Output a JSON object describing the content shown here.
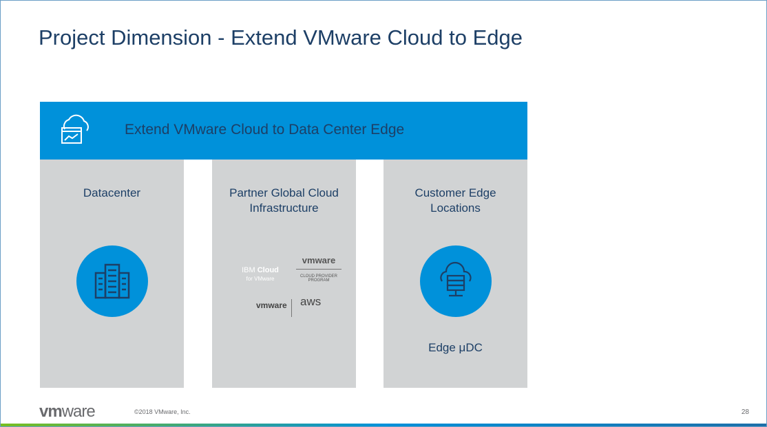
{
  "title": "Project Dimension - Extend VMware Cloud to Edge",
  "banner": {
    "text": "Extend VMware Cloud to Data Center Edge",
    "icon": "cloud-dashboard-icon"
  },
  "columns": [
    {
      "title": "Datacenter",
      "icon": "building-icon"
    },
    {
      "title": "Partner Global Cloud Infrastructure",
      "logos": {
        "ibm_1": "IBM",
        "ibm_2": "Cloud",
        "ibm_sub": "for VMware",
        "vmw": "vmware",
        "vcpp_1": "CLOUD PROVIDER",
        "vcpp_2": "PROGRAM",
        "vmw2": "vmware",
        "aws": "aws"
      }
    },
    {
      "title": "Customer Edge Locations",
      "icon": "cloud-server-icon",
      "sub": "Edge μDC"
    }
  ],
  "footer": {
    "logo_bold": "vm",
    "logo_rest": "ware",
    "copyright": "©2018 VMware, Inc.",
    "page": "28"
  },
  "colors": {
    "accent": "#0091da",
    "text": "#1d3f66",
    "panel": "#d1d3d4"
  }
}
